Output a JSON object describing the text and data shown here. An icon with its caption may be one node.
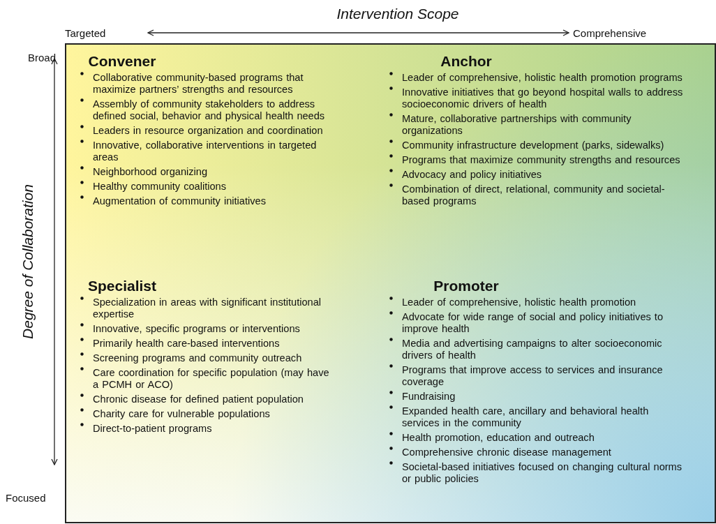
{
  "diagram": {
    "nodes": [
      {
        "text": [
          "Convener",
          "Collaborative community-based programs that maximize partners’ strengths and resources",
          "Assembly of community stakeholders to address defined social, behavior and physical health needs",
          "Leaders in resource organization and coordination",
          "Innovative, collaborative interventions in targeted areas",
          "Neighborhood organizing",
          "Healthy community coalitions",
          "Augmentation of community initiatives"
        ]
      },
      {
        "text": [
          "Anchor",
          "Leader of comprehensive, holistic health promotion programs",
          "Innovative initiatives that go beyond hospital walls to address socioeconomic drivers of health",
          "Mature, collaborative partnerships with community organizations",
          "Community infrastructure development (parks, sidewalks)",
          "Programs that maximize community strengths and resources",
          "Advocacy and policy initiatives",
          "Combination of direct, relational, community and societal-based programs"
        ]
      },
      {
        "text": [
          "Specialist",
          "Specialization in areas with significant institutional expertise",
          "Innovative, specific programs or interventions",
          "Primarily health care-based interventions",
          "Screening programs and community outreach",
          "Care coordination for specific population (may have a PCMH or ACO)",
          "Chronic disease for defined patient population",
          "Charity care for vulnerable populations",
          "Direct-to-patient programs"
        ]
      },
      {
        "text": [
          "Promoter",
          "Leader of comprehensive, holistic health promotion",
          "Advocate for wide range of social and policy initiatives to improve health",
          "Media and advertising campaigns to alter socioeconomic drivers of health",
          "Programs that improve access to services and insurance coverage",
          "Fundraising",
          "Expanded health care, ancillary and behavioral health services in the community",
          "Health promotion, education and outreach",
          "Comprehensive chronic disease management",
          "Societal-based initiatives focused on changing cultural norms or public policies"
        ]
      }
    ],
    "edges": [],
    "labels": [
      "Intervention Scope",
      "Targeted",
      "Comprehensive",
      "Broad",
      "Degree of Collaboration",
      "Focused"
    ]
  }
}
